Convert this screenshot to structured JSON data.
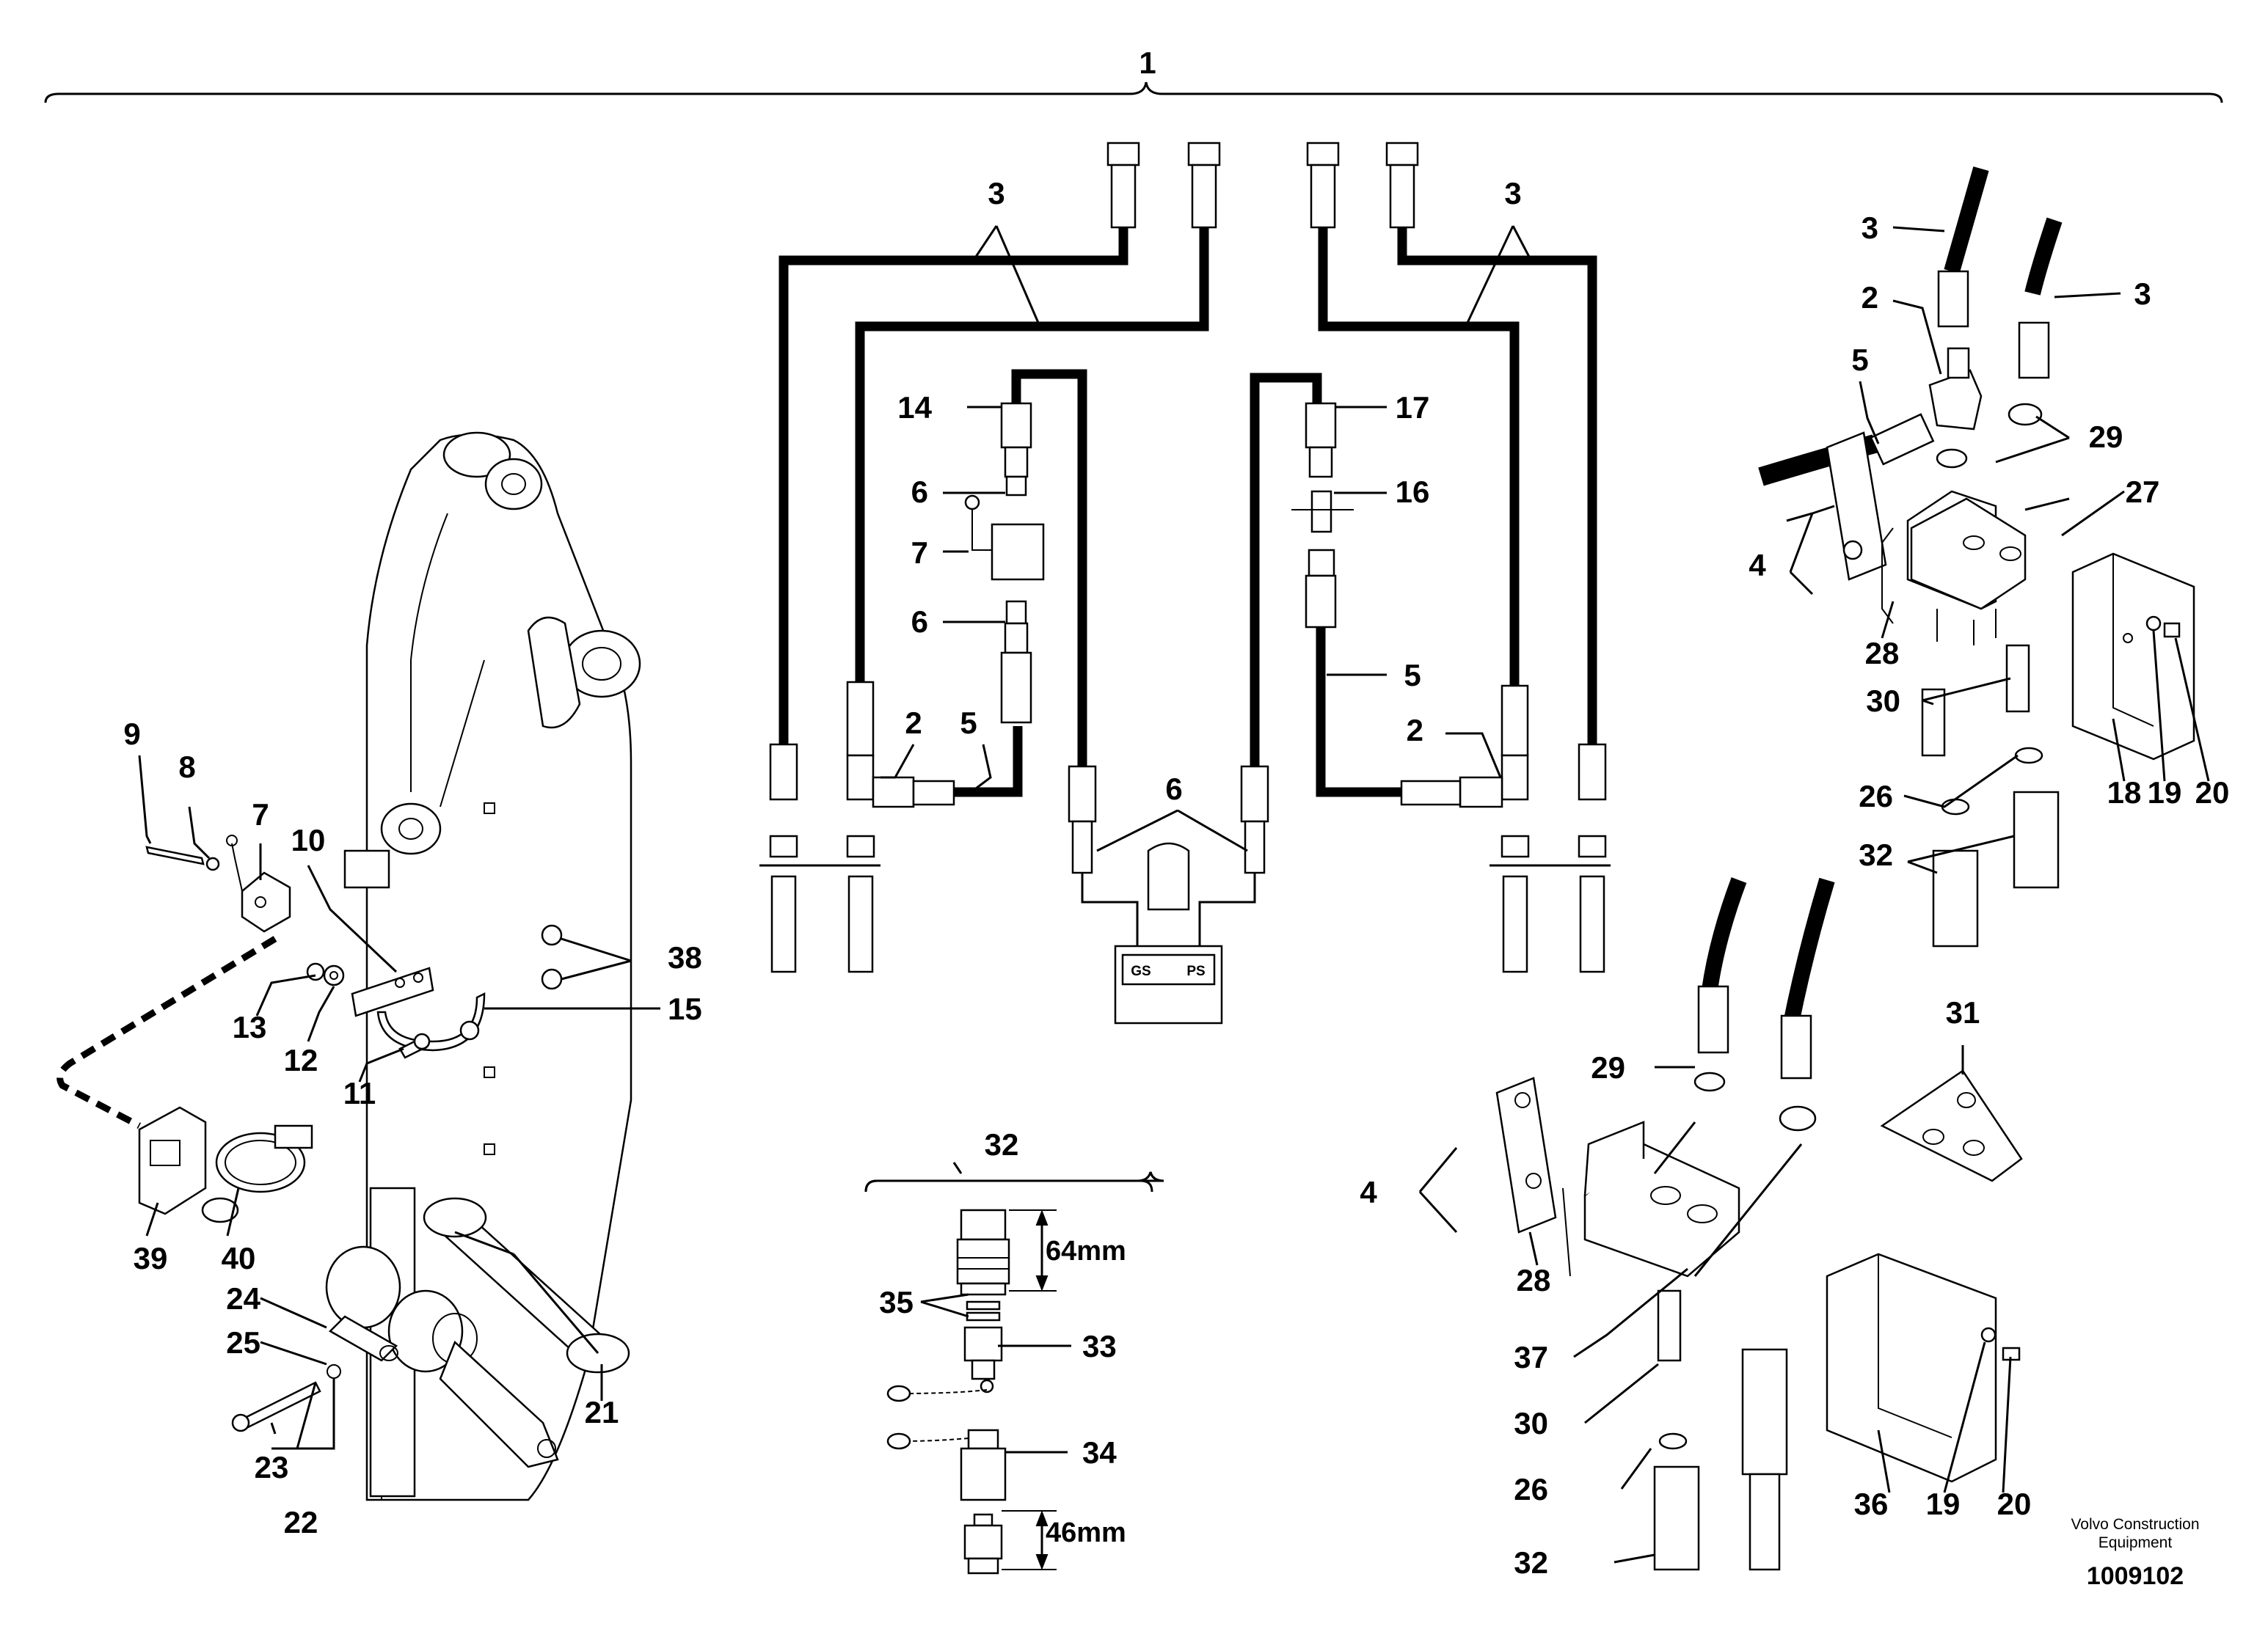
{
  "callouts": {
    "c1": "1",
    "c2a": "2",
    "c2b": "2",
    "c2c": "2",
    "c3a": "3",
    "c3b": "3",
    "c3c": "3",
    "c3d": "3",
    "c4a": "4",
    "c4b": "4",
    "c5a": "5",
    "c5b": "5",
    "c5c": "5",
    "c6a": "6",
    "c6b": "6",
    "c6c": "6",
    "c7a": "7",
    "c7b": "7",
    "c8": "8",
    "c9": "9",
    "c10": "10",
    "c11": "11",
    "c12": "12",
    "c13": "13",
    "c14": "14",
    "c15": "15",
    "c16": "16",
    "c17": "17",
    "c18": "18",
    "c19a": "19",
    "c19b": "19",
    "c20a": "20",
    "c20b": "20",
    "c21": "21",
    "c22": "22",
    "c23": "23",
    "c24": "24",
    "c25": "25",
    "c26a": "26",
    "c26b": "26",
    "c27": "27",
    "c28a": "28",
    "c28b": "28",
    "c29a": "29",
    "c29b": "29",
    "c30a": "30",
    "c30b": "30",
    "c31": "31",
    "c32a": "32",
    "c32b": "32",
    "c32c": "32",
    "c33": "33",
    "c34": "34",
    "c35": "35",
    "c36": "36",
    "c37": "37",
    "c38": "38",
    "c39": "39",
    "c40": "40"
  },
  "dimensions": {
    "coupler_length": "64mm",
    "plug_length": "46mm"
  },
  "block_ports": {
    "left": "GS",
    "right": "PS"
  },
  "footer": {
    "company_line1": "Volvo Construction",
    "company_line2": "Equipment",
    "drawing_number": "1009102"
  }
}
